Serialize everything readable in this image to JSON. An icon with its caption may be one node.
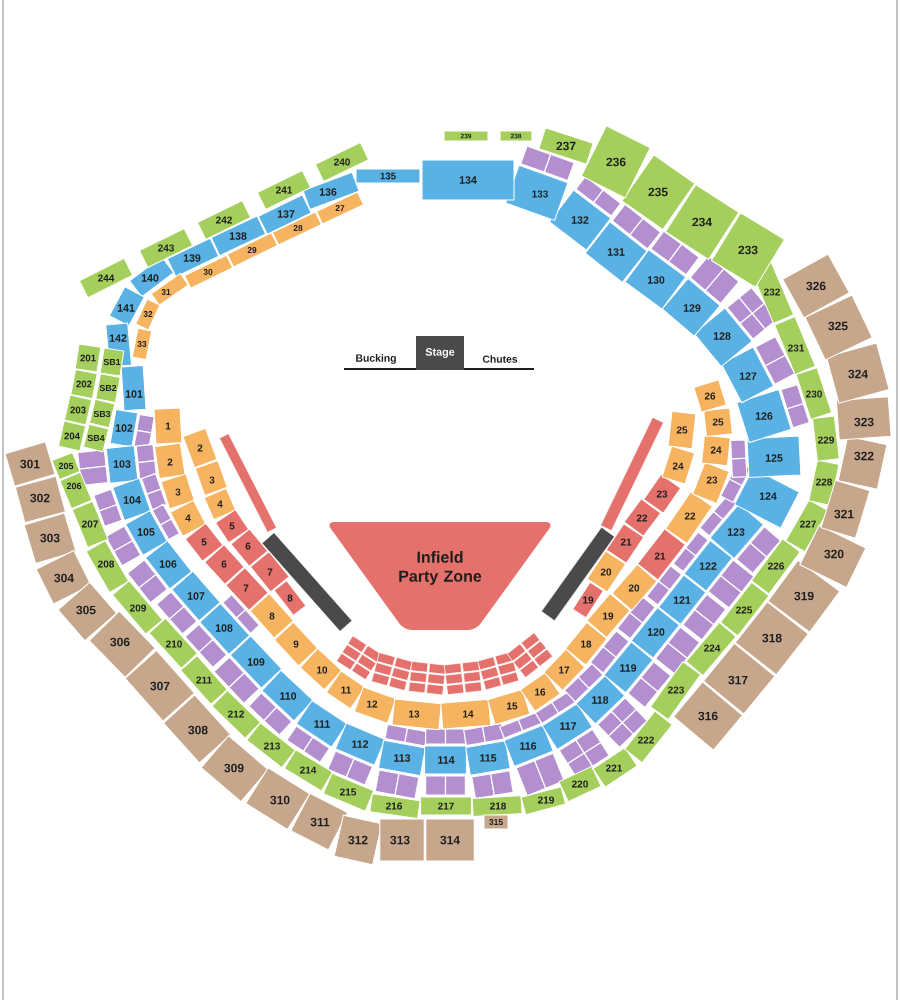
{
  "diagram": {
    "nodes": [
      {
        "text": [
          "Stage"
        ]
      },
      {
        "text": [
          "Infield Party Zone"
        ]
      },
      {
        "text": [
          "101"
        ]
      },
      {
        "text": [
          "102"
        ]
      },
      {
        "text": [
          "103"
        ]
      },
      {
        "text": [
          "104"
        ]
      },
      {
        "text": [
          "105"
        ]
      },
      {
        "text": [
          "106"
        ]
      },
      {
        "text": [
          "107"
        ]
      },
      {
        "text": [
          "108"
        ]
      },
      {
        "text": [
          "109"
        ]
      },
      {
        "text": [
          "110"
        ]
      },
      {
        "text": [
          "111"
        ]
      },
      {
        "text": [
          "112"
        ]
      },
      {
        "text": [
          "113"
        ]
      },
      {
        "text": [
          "114"
        ]
      },
      {
        "text": [
          "115"
        ]
      },
      {
        "text": [
          "116"
        ]
      },
      {
        "text": [
          "117"
        ]
      },
      {
        "text": [
          "118"
        ]
      },
      {
        "text": [
          "119"
        ]
      },
      {
        "text": [
          "120"
        ]
      },
      {
        "text": [
          "121"
        ]
      },
      {
        "text": [
          "122"
        ]
      },
      {
        "text": [
          "123"
        ]
      },
      {
        "text": [
          "124"
        ]
      },
      {
        "text": [
          "125"
        ]
      },
      {
        "text": [
          "126"
        ]
      },
      {
        "text": [
          "127"
        ]
      },
      {
        "text": [
          "128"
        ]
      },
      {
        "text": [
          "129"
        ]
      },
      {
        "text": [
          "130"
        ]
      },
      {
        "text": [
          "131"
        ]
      },
      {
        "text": [
          "132"
        ]
      },
      {
        "text": [
          "133"
        ]
      },
      {
        "text": [
          "134"
        ]
      },
      {
        "text": [
          "135"
        ]
      },
      {
        "text": [
          "136"
        ]
      },
      {
        "text": [
          "137"
        ]
      },
      {
        "text": [
          "138"
        ]
      },
      {
        "text": [
          "139"
        ]
      },
      {
        "text": [
          "140"
        ]
      },
      {
        "text": [
          "141"
        ]
      },
      {
        "text": [
          "142"
        ]
      },
      {
        "text": [
          "201"
        ]
      },
      {
        "text": [
          "202"
        ]
      },
      {
        "text": [
          "203"
        ]
      },
      {
        "text": [
          "204"
        ]
      },
      {
        "text": [
          "205"
        ]
      },
      {
        "text": [
          "206"
        ]
      },
      {
        "text": [
          "207"
        ]
      },
      {
        "text": [
          "208"
        ]
      },
      {
        "text": [
          "209"
        ]
      },
      {
        "text": [
          "210"
        ]
      },
      {
        "text": [
          "211"
        ]
      },
      {
        "text": [
          "212"
        ]
      },
      {
        "text": [
          "213"
        ]
      },
      {
        "text": [
          "214"
        ]
      },
      {
        "text": [
          "215"
        ]
      },
      {
        "text": [
          "216"
        ]
      },
      {
        "text": [
          "217"
        ]
      },
      {
        "text": [
          "218"
        ]
      },
      {
        "text": [
          "219"
        ]
      },
      {
        "text": [
          "220"
        ]
      },
      {
        "text": [
          "221"
        ]
      },
      {
        "text": [
          "222"
        ]
      },
      {
        "text": [
          "223"
        ]
      },
      {
        "text": [
          "224"
        ]
      },
      {
        "text": [
          "225"
        ]
      },
      {
        "text": [
          "226"
        ]
      },
      {
        "text": [
          "227"
        ]
      },
      {
        "text": [
          "228"
        ]
      },
      {
        "text": [
          "229"
        ]
      },
      {
        "text": [
          "230"
        ]
      },
      {
        "text": [
          "231"
        ]
      },
      {
        "text": [
          "232"
        ]
      },
      {
        "text": [
          "233"
        ]
      },
      {
        "text": [
          "234"
        ]
      },
      {
        "text": [
          "235"
        ]
      },
      {
        "text": [
          "236"
        ]
      },
      {
        "text": [
          "237"
        ]
      },
      {
        "text": [
          "238"
        ]
      },
      {
        "text": [
          "239"
        ]
      },
      {
        "text": [
          "240"
        ]
      },
      {
        "text": [
          "241"
        ]
      },
      {
        "text": [
          "242"
        ]
      },
      {
        "text": [
          "243"
        ]
      },
      {
        "text": [
          "244"
        ]
      },
      {
        "text": [
          "SB1"
        ]
      },
      {
        "text": [
          "SB2"
        ]
      },
      {
        "text": [
          "SB3"
        ]
      },
      {
        "text": [
          "SB4"
        ]
      },
      {
        "text": [
          "301"
        ]
      },
      {
        "text": [
          "302"
        ]
      },
      {
        "text": [
          "303"
        ]
      },
      {
        "text": [
          "304"
        ]
      },
      {
        "text": [
          "305"
        ]
      },
      {
        "text": [
          "306"
        ]
      },
      {
        "text": [
          "307"
        ]
      },
      {
        "text": [
          "308"
        ]
      },
      {
        "text": [
          "309"
        ]
      },
      {
        "text": [
          "310"
        ]
      },
      {
        "text": [
          "311"
        ]
      },
      {
        "text": [
          "312"
        ]
      },
      {
        "text": [
          "313"
        ]
      },
      {
        "text": [
          "314"
        ]
      },
      {
        "text": [
          "315"
        ]
      },
      {
        "text": [
          "316"
        ]
      },
      {
        "text": [
          "317"
        ]
      },
      {
        "text": [
          "318"
        ]
      },
      {
        "text": [
          "319"
        ]
      },
      {
        "text": [
          "320"
        ]
      },
      {
        "text": [
          "321"
        ]
      },
      {
        "text": [
          "322"
        ]
      },
      {
        "text": [
          "323"
        ]
      },
      {
        "text": [
          "324"
        ]
      },
      {
        "text": [
          "325"
        ]
      },
      {
        "text": [
          "326"
        ]
      },
      {
        "text": [
          "1"
        ]
      },
      {
        "text": [
          "2"
        ]
      },
      {
        "text": [
          "3"
        ]
      },
      {
        "text": [
          "4"
        ]
      },
      {
        "text": [
          "5"
        ]
      },
      {
        "text": [
          "6"
        ]
      },
      {
        "text": [
          "7"
        ]
      },
      {
        "text": [
          "8"
        ]
      },
      {
        "text": [
          "9"
        ]
      },
      {
        "text": [
          "10"
        ]
      },
      {
        "text": [
          "11"
        ]
      },
      {
        "text": [
          "12"
        ]
      },
      {
        "text": [
          "13"
        ]
      },
      {
        "text": [
          "14"
        ]
      },
      {
        "text": [
          "15"
        ]
      },
      {
        "text": [
          "16"
        ]
      },
      {
        "text": [
          "17"
        ]
      },
      {
        "text": [
          "18"
        ]
      },
      {
        "text": [
          "19"
        ]
      },
      {
        "text": [
          "20"
        ]
      },
      {
        "text": [
          "21"
        ]
      },
      {
        "text": [
          "22"
        ]
      },
      {
        "text": [
          "23"
        ]
      },
      {
        "text": [
          "24"
        ]
      },
      {
        "text": [
          "25"
        ]
      },
      {
        "text": [
          "26"
        ]
      },
      {
        "text": [
          "2"
        ]
      },
      {
        "text": [
          "3"
        ]
      },
      {
        "text": [
          "4"
        ]
      },
      {
        "text": [
          "5"
        ]
      },
      {
        "text": [
          "6"
        ]
      },
      {
        "text": [
          "7"
        ]
      },
      {
        "text": [
          "8"
        ]
      },
      {
        "text": [
          "19"
        ]
      },
      {
        "text": [
          "20"
        ]
      },
      {
        "text": [
          "21"
        ]
      },
      {
        "text": [
          "22"
        ]
      },
      {
        "text": [
          "23"
        ]
      },
      {
        "text": [
          "24"
        ]
      },
      {
        "text": [
          "25"
        ]
      },
      {
        "text": [
          "27"
        ]
      },
      {
        "text": [
          "28"
        ]
      },
      {
        "text": [
          "29"
        ]
      },
      {
        "text": [
          "30"
        ]
      },
      {
        "text": [
          "31"
        ]
      },
      {
        "text": [
          "32"
        ]
      },
      {
        "text": [
          "33"
        ]
      }
    ],
    "labels": [
      "Bucking",
      "Chutes"
    ]
  }
}
